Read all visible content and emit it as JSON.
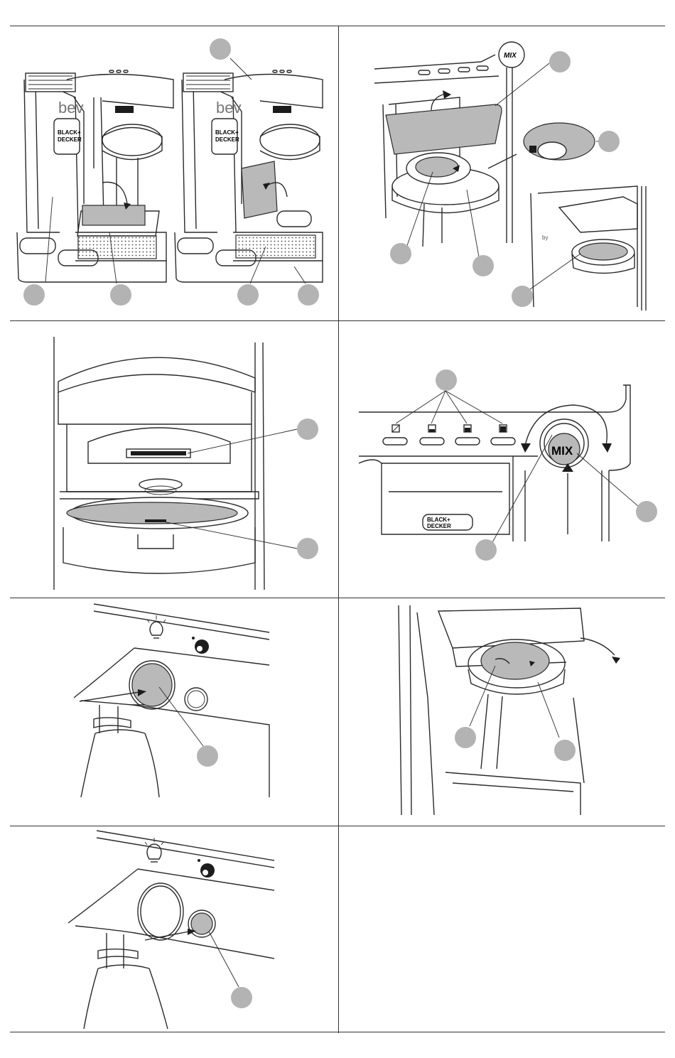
{
  "brand": {
    "logo_line1": "BLACK+",
    "logo_line2": "DECKER",
    "side_text": "bev",
    "side_text_small": "by"
  },
  "controls": {
    "knob_label": "MIX"
  },
  "colors": {
    "line": "#2a2a2a",
    "callout": "#b3b3b3",
    "highlight": "#b9b9b9",
    "background": "#ffffff"
  },
  "icons": {
    "light_indicator": "lightbulb-icon",
    "water_indicator": "water-drop-icon",
    "button_1": "empty-cup-icon",
    "button_2": "small-cup-icon",
    "button_3": "medium-cup-icon",
    "button_4": "large-cup-icon"
  },
  "panels": [
    {
      "id": 1,
      "content": "drip tray removal, two views"
    },
    {
      "id": 2,
      "content": "pod chamber lid and capsule"
    },
    {
      "id": 3,
      "content": "pod holder close-up"
    },
    {
      "id": 4,
      "content": "control buttons and mix dial"
    },
    {
      "id": 5,
      "content": "light indicator button"
    },
    {
      "id": 6,
      "content": "rotating pod holder"
    },
    {
      "id": 7,
      "content": "water indicator button"
    },
    {
      "id": 8,
      "content": "empty"
    }
  ]
}
